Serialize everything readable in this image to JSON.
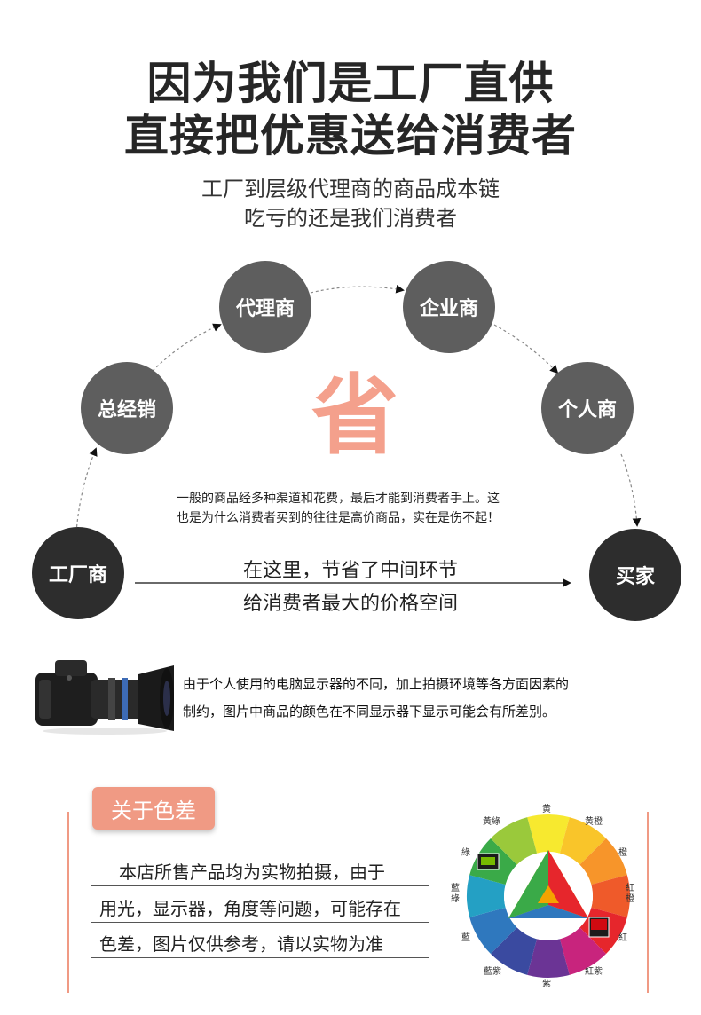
{
  "header": {
    "title_line1": "因为我们是工厂直供",
    "title_line2": "直接把优惠送给消费者",
    "sub_line1": "工厂到层级代理商的商品成本链",
    "sub_line2": "吃亏的还是我们消费者"
  },
  "flow": {
    "nodes": {
      "factory": "工厂商",
      "distributor": "总经销",
      "agent": "代理商",
      "enterprise": "企业商",
      "individual": "个人商",
      "buyer": "买家"
    },
    "save_char": "省",
    "note_line1": "一般的商品经多种渠道和花费，最后才能到消费者手上。这",
    "note_line2": "也是为什么消费者买到的往往是高价商品，实在是伤不起！",
    "direct_line1": "在这里，节省了中间环节",
    "direct_line2": "给消费者最大的价格空间"
  },
  "camera": {
    "note_line1": "由于个人使用的电脑显示器的不同，加上拍摄环境等各方面因素的",
    "note_line2": "制约，图片中商品的颜色在不同显示器下显示可能会有所差别。"
  },
  "color_diff": {
    "badge": "关于色差",
    "line1": "本店所售产品均为实物拍摄，由于",
    "line2": "用光，显示器，角度等问题，可能存在",
    "line3": "色差，图片仅供参考，请以实物为准"
  },
  "wheel": {
    "labels": {
      "yellow": "黄",
      "yellow_orange": "黄橙",
      "orange": "橙",
      "red_orange": "紅橙",
      "red": "紅",
      "red_purple": "紅紫",
      "purple": "紫",
      "blue_purple": "藍紫",
      "blue": "藍",
      "blue_green": "藍綠",
      "green": "綠",
      "yellow_green": "黃綠"
    },
    "colors": [
      "#f7e92f",
      "#f9c52a",
      "#f7952a",
      "#ef5a2a",
      "#e6262c",
      "#c8247d",
      "#6b3495",
      "#3a4aa0",
      "#2f78be",
      "#24a0c4",
      "#3aaa48",
      "#9ac93b"
    ]
  }
}
